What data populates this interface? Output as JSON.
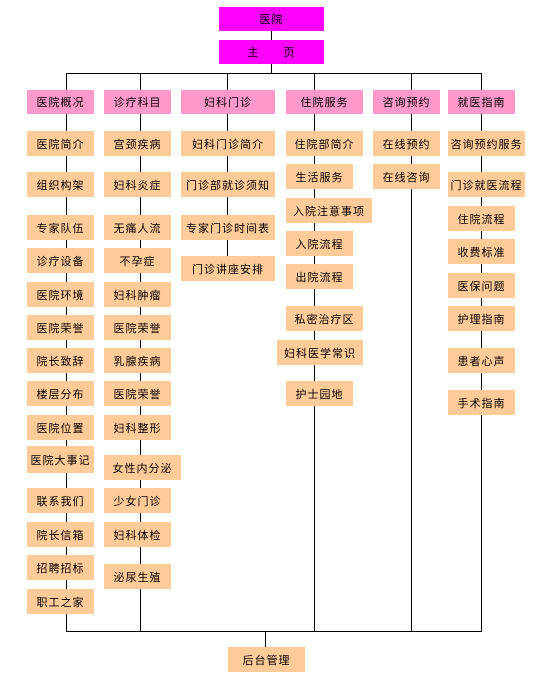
{
  "root": {
    "label": "医院"
  },
  "home": {
    "label": "主　　页"
  },
  "footer": {
    "label": "后台管理"
  },
  "colors": {
    "root": "#ff00ff",
    "category": "#ff99cc",
    "item": "#ffcc99",
    "line": "#000000"
  },
  "categories": [
    {
      "label": "医院概况",
      "items": [
        "医院简介",
        "组织构架",
        "专家队伍",
        "诊疗设备",
        "医院环境",
        "医院荣誉",
        "院长致辞",
        "楼层分布",
        "医院位置",
        "医院大事记",
        "联系我们",
        "院长信箱",
        "招聘招标",
        "职工之家"
      ]
    },
    {
      "label": "诊疗科目",
      "items": [
        "宫颈疾病",
        "妇科炎症",
        "无痛人流",
        "不孕症",
        "妇科肿瘤",
        "医院荣誉",
        "乳腺疾病",
        "医院荣誉",
        "妇科整形",
        "女性内分泌",
        "少女门诊",
        "妇科体检",
        "泌尿生殖"
      ]
    },
    {
      "label": "妇科门诊",
      "items": [
        "妇科门诊简介",
        "门诊部就诊须知",
        "专家门诊时间表",
        "门诊讲座安排"
      ]
    },
    {
      "label": "住院服务",
      "items": [
        "住院部简介",
        "生活服务",
        "入院注意事项",
        "入院流程",
        "出院流程",
        "私密治疗区",
        "妇科医学常识",
        "护士园地"
      ]
    },
    {
      "label": "咨询预约",
      "items": [
        "在线预约",
        "在线咨询"
      ]
    },
    {
      "label": "就医指南",
      "items": [
        "咨询预约服务",
        "门诊就医流程",
        "住院流程",
        "收费标准",
        "医保问题",
        "护理指南",
        "患者心声",
        "手术指南"
      ]
    }
  ]
}
